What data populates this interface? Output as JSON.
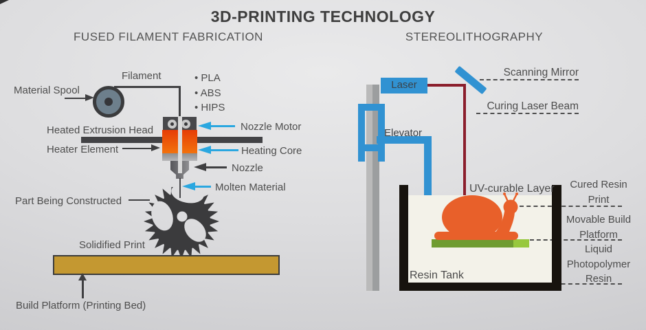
{
  "title": "3D-PRINTING TECHNOLOGY",
  "fff": {
    "subtitle": "FUSED FILAMENT FABRICATION",
    "materials": [
      "PLA",
      "ABS",
      "HIPS"
    ],
    "labels": {
      "material_spool": "Material Spool",
      "filament": "Filament",
      "heated_extrusion_head": "Heated Extrusion Head",
      "heater_element": "Heater Element",
      "nozzle_motor": "Nozzle Motor",
      "heating_core": "Heating Core",
      "nozzle": "Nozzle",
      "molten_material": "Molten Material",
      "part_being_constructed": "Part Being Constructed",
      "solidified_print": "Solidified Print",
      "build_platform": "Build Platform (Printing Bed)"
    }
  },
  "sla": {
    "subtitle": "STEREOLITHOGRAPHY",
    "labels": {
      "laser": "Laser",
      "elevator": "Elevator",
      "scanning_mirror": "Scanning Mirror",
      "curing_laser_beam": "Curing Laser Beam",
      "uv_curable_layer": "UV-curable Layer",
      "cured_resin_print": "Cured Resin Print",
      "movable_build_platform": "Movable Build Platform",
      "liquid_photopolymer_resin": "Liquid Photopolymer Resin",
      "resin_tank": "Resin Tank"
    }
  },
  "colors": {
    "accent_blue": "#3192d2",
    "arrow_blue": "#2aa7e0",
    "heater_orange_top": "#e63d06",
    "heater_orange_bottom": "#f2720d",
    "laser_beam_maroon": "#8b1e2c",
    "build_platform_gold": "#c49831",
    "platform_green": "#6f9c31",
    "platform_green_light": "#97c83e",
    "resin_cream": "#f3f2e9",
    "snail_orange": "#e8602a",
    "dark_gray": "#3f3f41"
  }
}
